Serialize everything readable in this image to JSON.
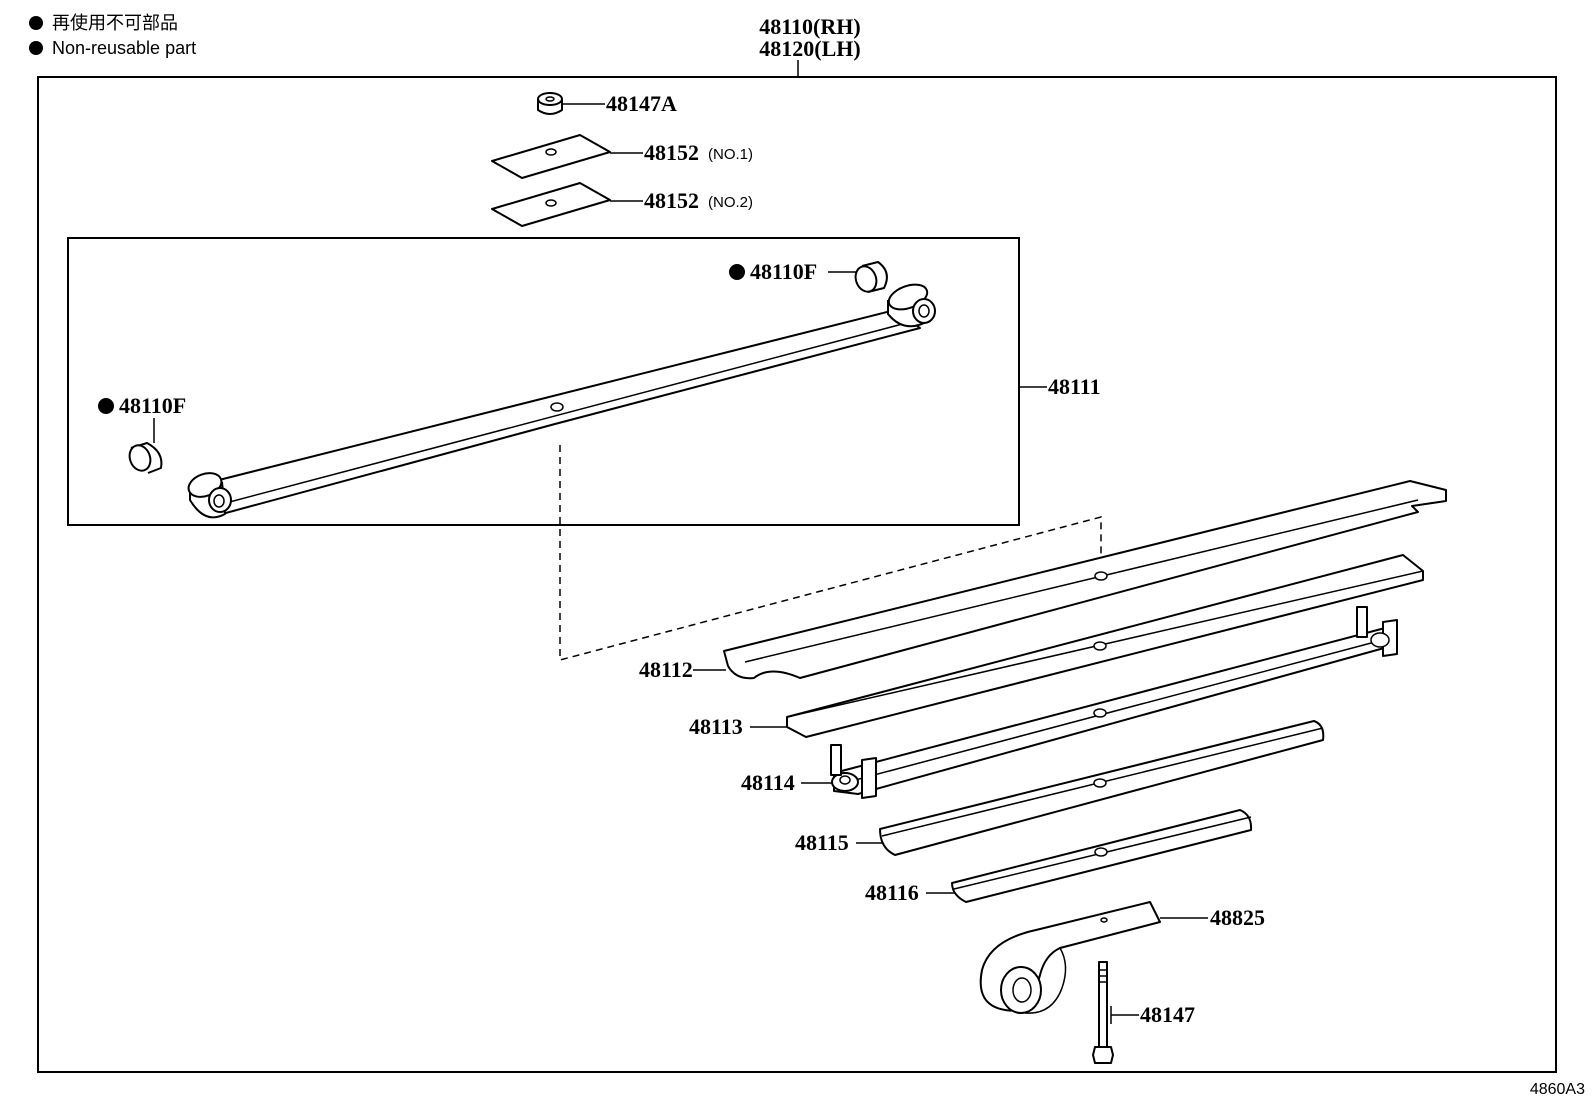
{
  "legend": {
    "line1": "再使用不可部品",
    "line2": "Non-reusable part"
  },
  "assembly": {
    "rh": "48110(RH)",
    "lh": "48120(LH)"
  },
  "parts": {
    "p48147A": "48147A",
    "p48152_no1": "48152",
    "p48152_no1_suffix": "(NO.1)",
    "p48152_no2": "48152",
    "p48152_no2_suffix": "(NO.2)",
    "p48110F_right": "48110F",
    "p48110F_left": "48110F",
    "p48111": "48111",
    "p48112": "48112",
    "p48113": "48113",
    "p48114": "48114",
    "p48115": "48115",
    "p48116": "48116",
    "p48825": "48825",
    "p48147": "48147"
  },
  "figure_code": "4860A3"
}
